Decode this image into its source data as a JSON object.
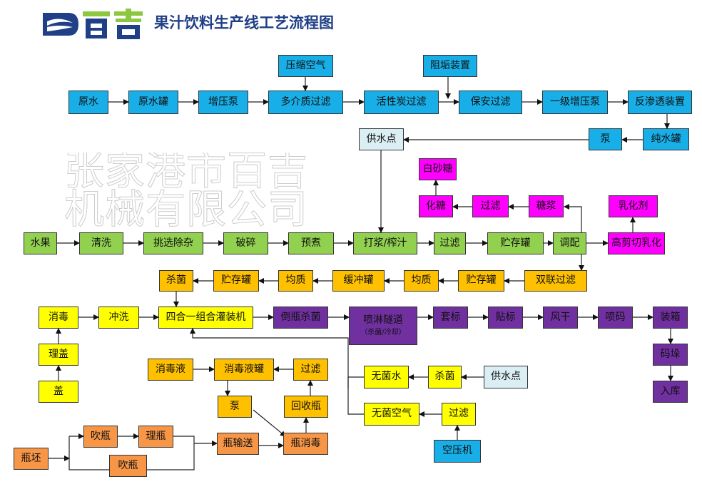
{
  "header": {
    "logo_text": "百吉",
    "title": "果汁饮料生产线工艺流程图"
  },
  "watermark": "张家港市百吉机械有限公司",
  "water": {
    "raw_water": "原水",
    "raw_tank": "原水罐",
    "booster_pump": "增压泵",
    "multimedia_filter": "多介质过滤",
    "carbon_filter": "活性炭过滤",
    "security_filter": "保安过滤",
    "stage1_pump": "一级增压泵",
    "ro_unit": "反渗透装置",
    "compressed_air": "压缩空气",
    "antiscalant": "阻垢装置",
    "supply_point": "供水点",
    "pump": "泵",
    "pure_tank": "纯水罐"
  },
  "sugar": {
    "white_sugar": "白砂糖",
    "dissolve": "化糖",
    "filter": "过滤",
    "syrup": "糖浆",
    "emulsifier": "乳化剂"
  },
  "juice": {
    "fruit": "水果",
    "wash": "清洗",
    "sort": "挑选除杂",
    "crush": "破碎",
    "preboil": "预煮",
    "pulp": "打浆/榨汁",
    "filter": "过滤",
    "storage": "贮存罐",
    "blend": "调配",
    "shear": "高剪切乳化"
  },
  "process": {
    "sterilize": "杀菌",
    "storage1": "贮存罐",
    "homog1": "均质",
    "buffer": "缓冲罐",
    "homog2": "均质",
    "storage2": "贮存罐",
    "duplex": "双联过滤"
  },
  "filling": {
    "disinfect": "消毒",
    "rinse": "冲洗",
    "filler": "四合一组合灌装机",
    "invert": "倒瓶杀菌",
    "tunnel": "喷淋隧道",
    "tunnel_sub": "（杀菌/冷却）",
    "sleeve": "套标",
    "label": "贴标",
    "dry": "风干",
    "code": "喷码",
    "box": "装箱",
    "stack": "码垛",
    "store": "入库",
    "cap_sort": "理盖",
    "cap": "盖"
  },
  "cleaning": {
    "solution": "消毒液",
    "solution_tank": "消毒液罐",
    "filter": "过滤",
    "pump": "泵",
    "recycle": "回收瓶"
  },
  "sterile": {
    "water": "无菌水",
    "sterilize": "杀菌",
    "supply": "供水点",
    "air": "无菌空气",
    "filter": "过滤",
    "compressor": "空压机"
  },
  "bottle": {
    "preform": "瓶坯",
    "blow1": "吹瓶",
    "sort": "理瓶",
    "blow2": "吹瓶",
    "convey": "瓶输送",
    "disinfect": "瓶消毒"
  }
}
